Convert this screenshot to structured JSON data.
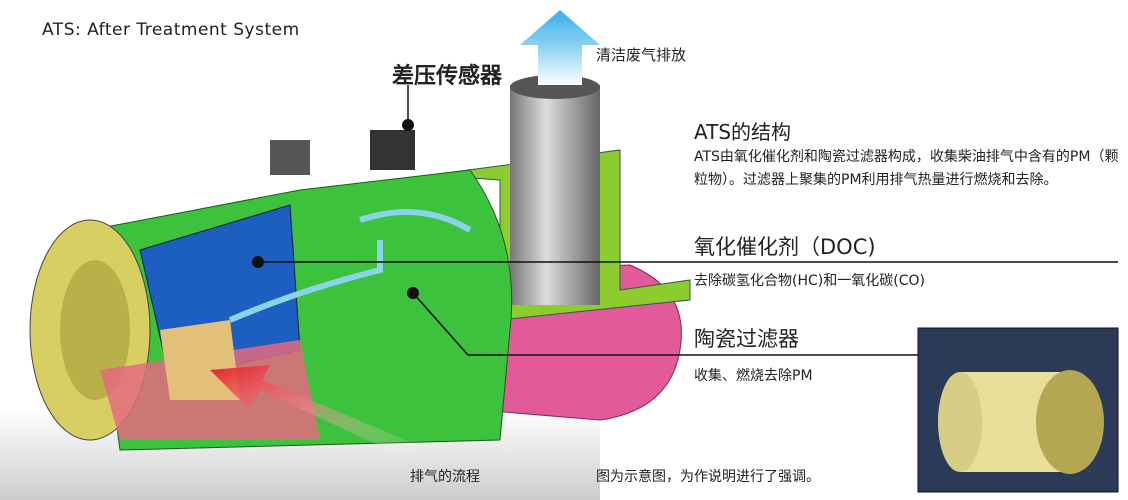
{
  "title": "ATS: After Treatment System",
  "labels": {
    "sensor": "差压传感器",
    "clean_exhaust": "清洁废气排放",
    "exhaust_flow": "排气的流程",
    "note": "图为示意图，为作说明进行了强调。"
  },
  "sections": {
    "ats": {
      "heading": "ATS的结构",
      "desc": "ATS由氧化催化剂和陶瓷过滤器构成，收集柴油排气中含有的PM（颗粒物）。过滤器上聚集的PM利用排气热量进行燃烧和去除。"
    },
    "doc": {
      "heading": "氧化催化剂（DOC)",
      "desc": "去除碳氢化合物(HC)和一氧化碳(CO)"
    },
    "filter": {
      "heading": "陶瓷过滤器",
      "desc": "收集、燃烧去除PM"
    }
  },
  "colors": {
    "body": "#3cc23c",
    "doc": "#1d5fc0",
    "muffler": "#e35a9a",
    "arrow_out": "#4bb8ea",
    "arrow_in": "#e41e26"
  }
}
